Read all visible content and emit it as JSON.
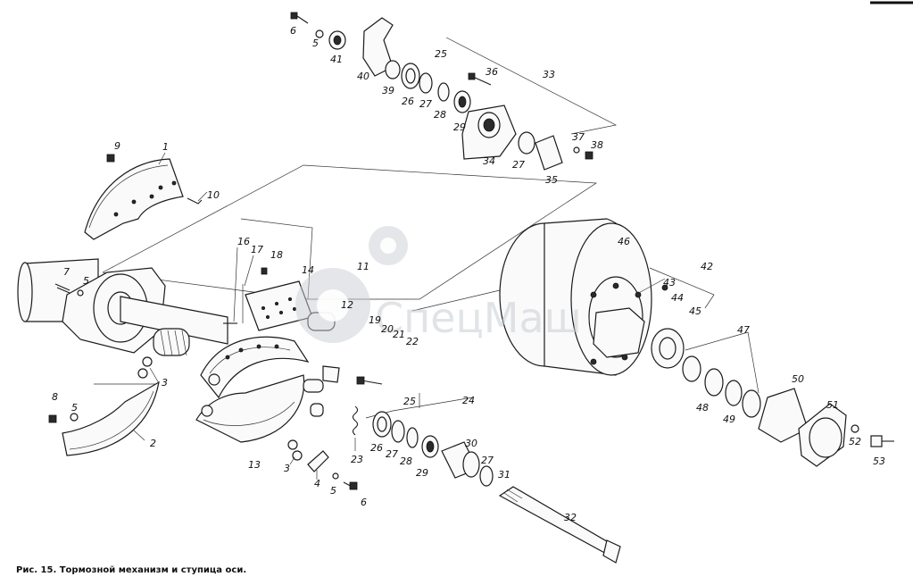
{
  "caption": "Рис. 15. Тормозной механизм и ступица оси.",
  "watermark": "СпецМаш",
  "colors": {
    "ink": "#1a1a1a",
    "watermark": "#c9ced3",
    "background": "#ffffff"
  },
  "icons": {
    "watermark_logo": "gear-icon"
  },
  "callouts": [
    "1",
    "2",
    "3",
    "3",
    "4",
    "5",
    "5",
    "5",
    "5",
    "6",
    "6",
    "7",
    "8",
    "9",
    "10",
    "11",
    "12",
    "13",
    "14",
    "16",
    "17",
    "18",
    "19",
    "20",
    "21",
    "22",
    "23",
    "24",
    "25",
    "25",
    "26",
    "26",
    "27",
    "27",
    "27",
    "27",
    "28",
    "28",
    "29",
    "29",
    "30",
    "31",
    "32",
    "33",
    "34",
    "35",
    "36",
    "37",
    "38",
    "39",
    "40",
    "41",
    "42",
    "43",
    "44",
    "45",
    "46",
    "47",
    "48",
    "49",
    "50",
    "51",
    "52",
    "53"
  ]
}
